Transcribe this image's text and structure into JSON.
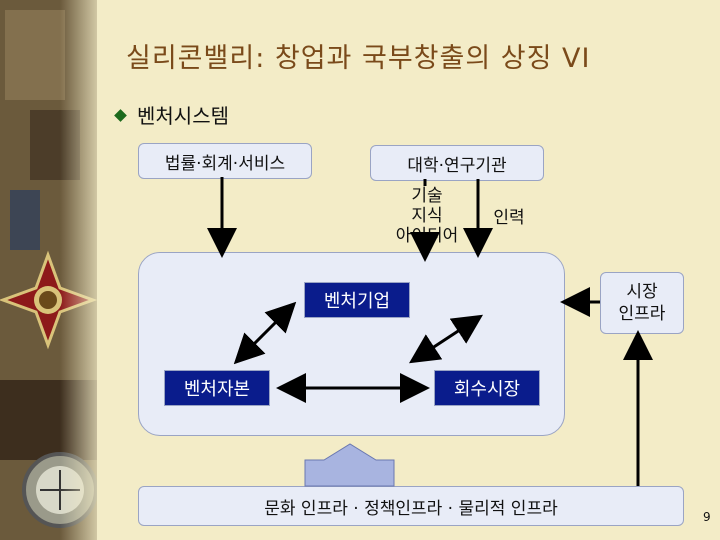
{
  "slide": {
    "title": "실리콘밸리: 창업과 국부창출의 상징 VI",
    "bullet": "벤처시스템",
    "page_number": "9"
  },
  "diagram": {
    "law_box": "법률·회계·서비스",
    "univ_box": "대학·연구기관",
    "knowledge_lines": [
      "기술",
      "지식",
      "아이디어"
    ],
    "manpower": "인력",
    "venture_company": "벤처기업",
    "venture_capital": "벤처자본",
    "recovery_market": "회수시장",
    "market_infra": [
      "시장",
      "인프라"
    ],
    "culture_infra": "문화 인프라 · 정책인프라 · 물리적 인프라"
  },
  "colors": {
    "title": "#7a4a1a",
    "blue_box": "#0a1c8c",
    "panel": "#e8ecf7",
    "bullet": "#1c6a1c"
  }
}
